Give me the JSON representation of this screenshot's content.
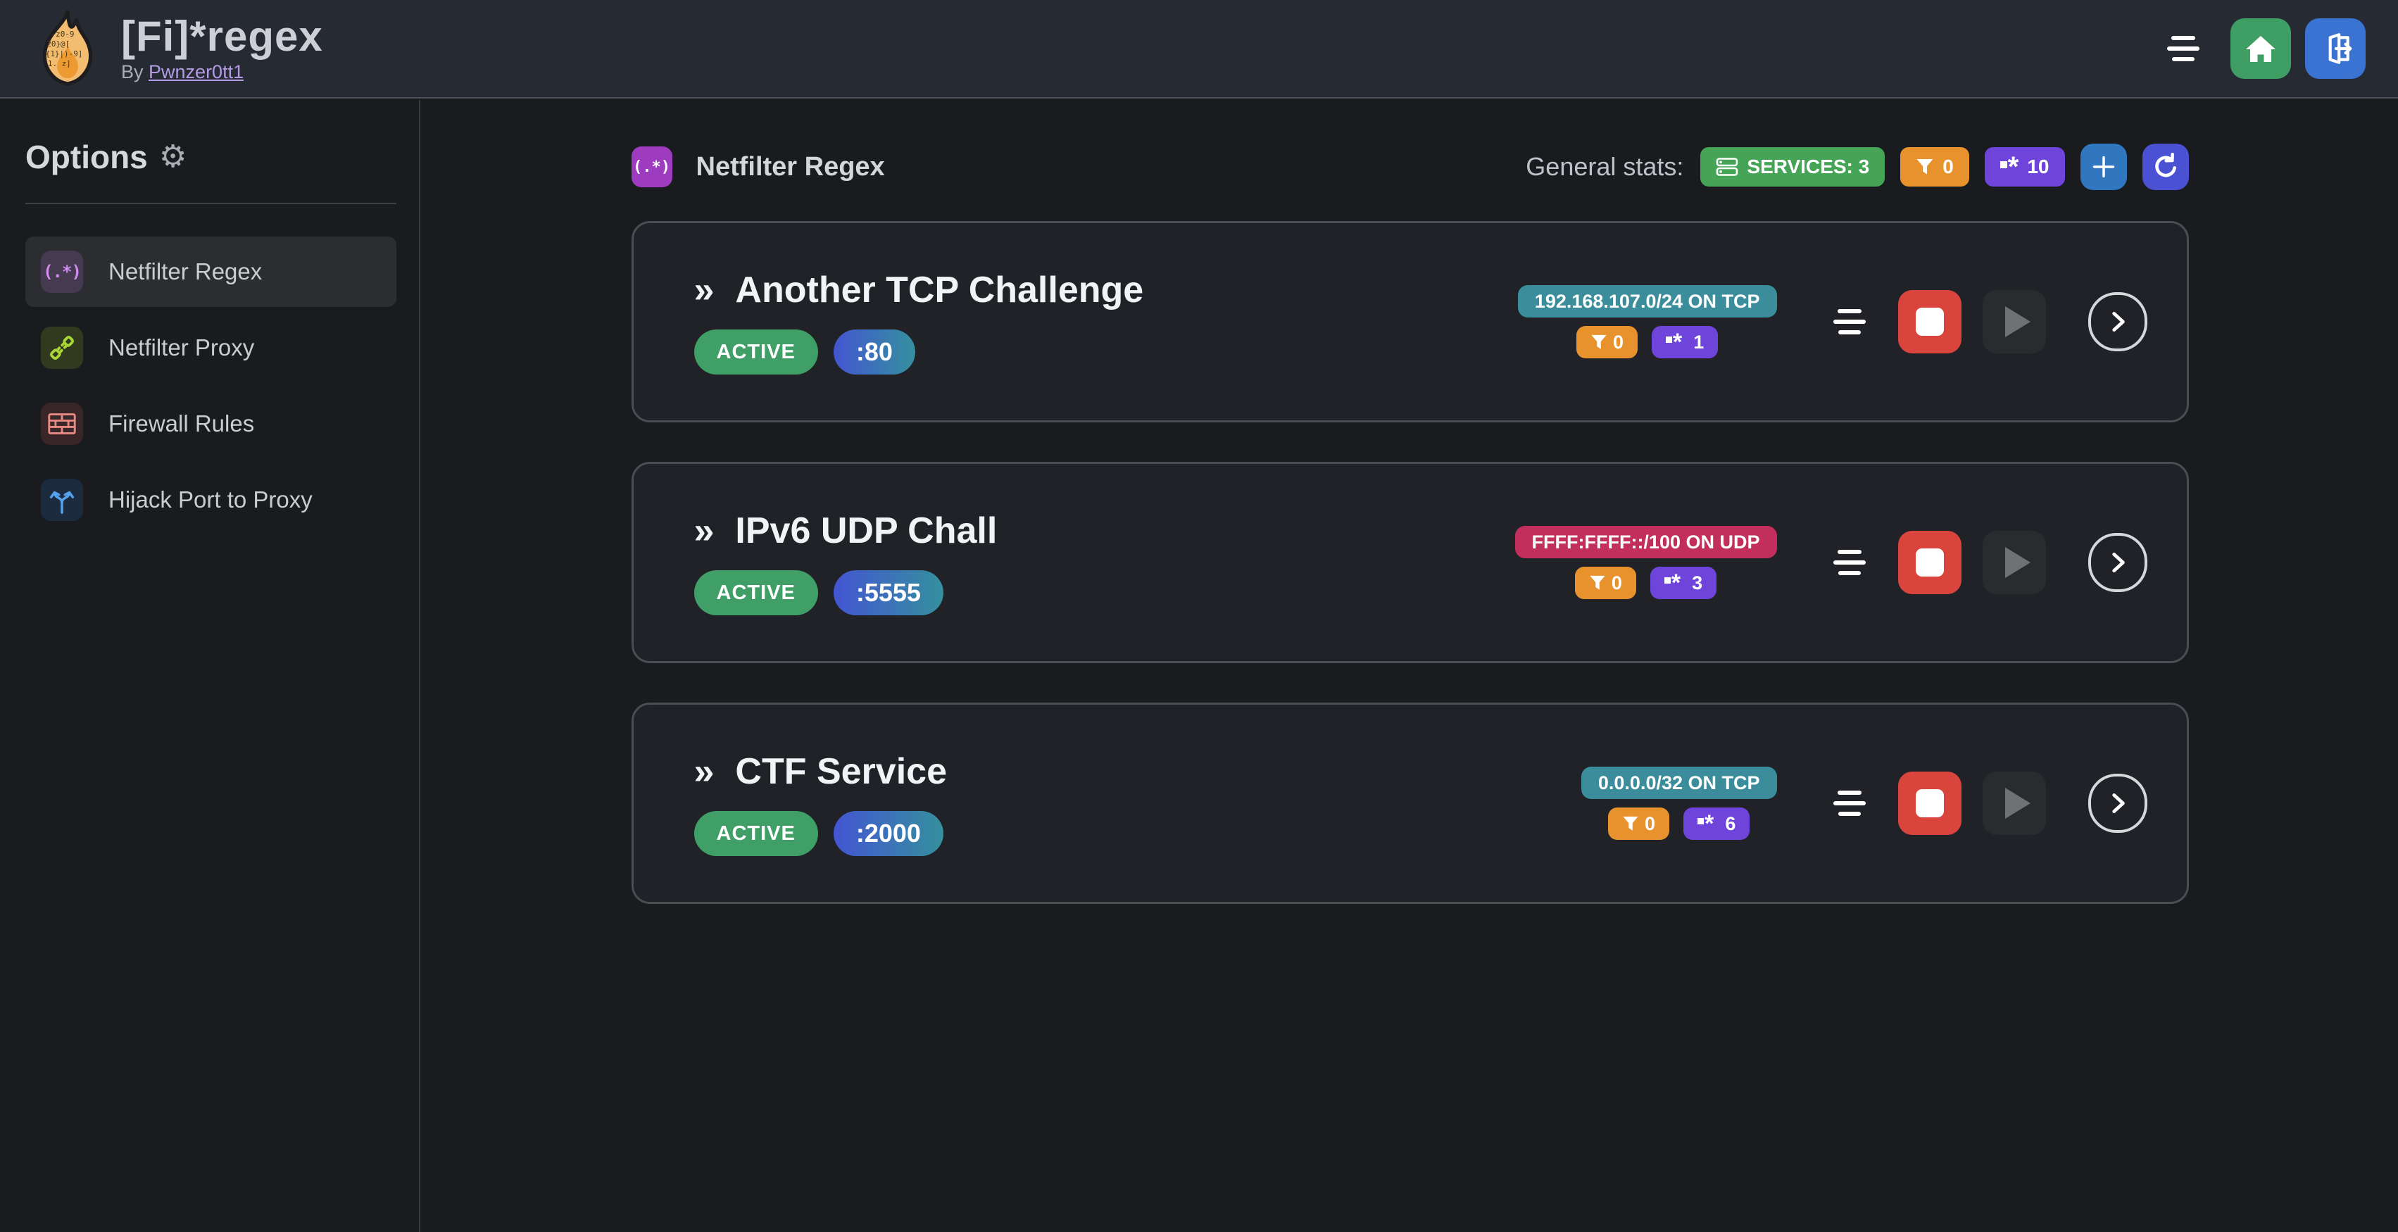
{
  "app": {
    "title": "[Fi]*regex",
    "byline_prefix": "By",
    "byline_link": "Pwnzer0tt1",
    "logo_lines": [
      "-z0-9",
      "20}@[",
      "{1}|)-9]",
      "1. z]"
    ]
  },
  "sidebar": {
    "title": "Options",
    "items": [
      {
        "label": "Netfilter Regex",
        "icon": "regex-paren-dot-star",
        "selected": true
      },
      {
        "label": "Netfilter Proxy",
        "icon": "plug-connected",
        "selected": false
      },
      {
        "label": "Firewall Rules",
        "icon": "brick-wall",
        "selected": false
      },
      {
        "label": "Hijack Port to Proxy",
        "icon": "split-arrows",
        "selected": false
      }
    ],
    "item_icon_glyph": "(.*)"
  },
  "main": {
    "section_icon_label": "(.*)",
    "section_title": "Netfilter Regex",
    "stats_label": "General stats:",
    "stats": {
      "services_label": "SERVICES: 3",
      "filtered_count": "0",
      "regex_count": "10"
    },
    "services": [
      {
        "prefix": "»",
        "name": "Another TCP Challenge",
        "status": "ACTIVE",
        "port": ":80",
        "cidr": "192.168.107.0/24 ON TCP",
        "cidr_bg": "#3b8d9b",
        "filtered": "0",
        "regexes": "1"
      },
      {
        "prefix": "»",
        "name": "IPv6 UDP Chall",
        "status": "ACTIVE",
        "port": ":5555",
        "cidr": "FFFF:FFFF::/100 ON UDP",
        "cidr_bg": "#c22f5c",
        "filtered": "0",
        "regexes": "3"
      },
      {
        "prefix": "»",
        "name": "CTF Service",
        "status": "ACTIVE",
        "port": ":2000",
        "cidr": "0.0.0.0/32 ON TCP",
        "cidr_bg": "#3b8d9b",
        "filtered": "0",
        "regexes": "6"
      }
    ]
  },
  "colors": {
    "header_bg": "#262a33",
    "page_bg": "#1a1b1e",
    "card_bg": "#202227",
    "accent_green": "#3f9e63",
    "accent_blue": "#3b73d2",
    "accent_orange": "#e8922e",
    "accent_violet": "#6e44da",
    "accent_teal": "#3b8d9b",
    "accent_pink": "#c22f5c",
    "danger_red": "#d9453c",
    "port_gradient_from": "#4355d2",
    "port_gradient_to": "#35909e"
  }
}
